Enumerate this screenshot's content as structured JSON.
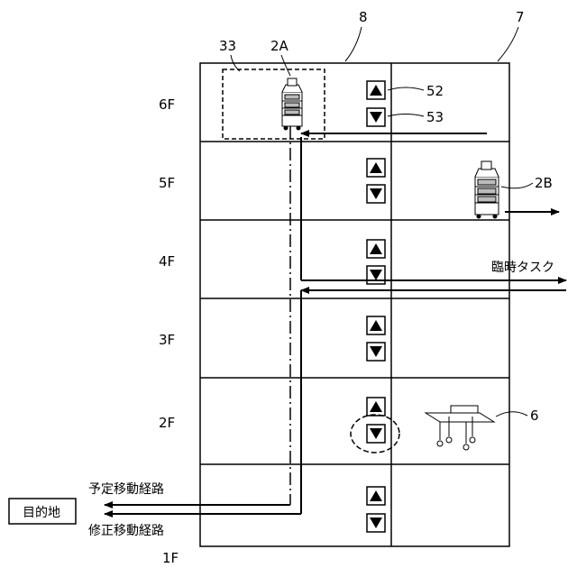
{
  "floors": [
    {
      "label": "6F"
    },
    {
      "label": "5F"
    },
    {
      "label": "4F"
    },
    {
      "label": "3F"
    },
    {
      "label": "2F"
    },
    {
      "label": "1F"
    }
  ],
  "references": {
    "building": "7",
    "elevator": "8",
    "area": "33",
    "robot_a": "2A",
    "robot_b": "2B",
    "up_button": "52",
    "down_button": "53",
    "cart": "6"
  },
  "labels": {
    "temporary_task": "臨時タスク",
    "planned_route": "予定移動経路",
    "revised_route": "修正移動経路",
    "destination": "目的地"
  }
}
